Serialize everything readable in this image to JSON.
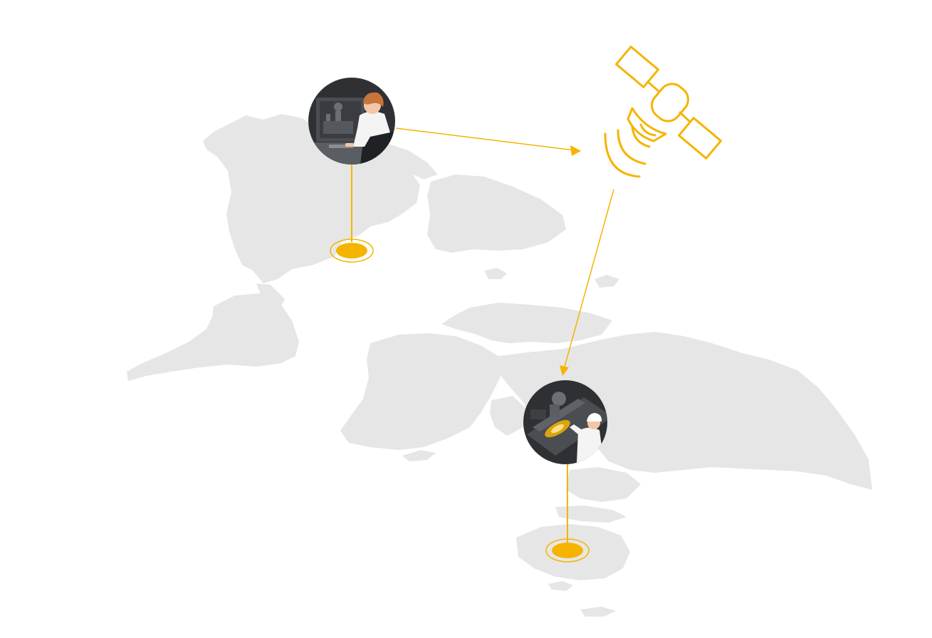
{
  "colors": {
    "background": "#ffffff",
    "map_land": "#e6e6e6",
    "accent": "#f5b400",
    "avatar_bg": "#2e3034",
    "skin": "#f3c6a8",
    "hair": "#c8743a",
    "clothing": "#f4f4f4",
    "glow": "#f5b400"
  },
  "nodes": {
    "operator": {
      "icon": "remote-operator-at-console-icon",
      "location_icon": "location-pin-marker-icon"
    },
    "satellite": {
      "icon": "satellite-icon"
    },
    "field_worker": {
      "icon": "field-technician-at-machine-icon",
      "location_icon": "location-pin-marker-icon"
    }
  },
  "links": [
    {
      "from": "operator",
      "to": "satellite",
      "icon": "arrow-right-icon"
    },
    {
      "from": "satellite",
      "to": "field_worker",
      "icon": "arrow-down-icon"
    }
  ]
}
